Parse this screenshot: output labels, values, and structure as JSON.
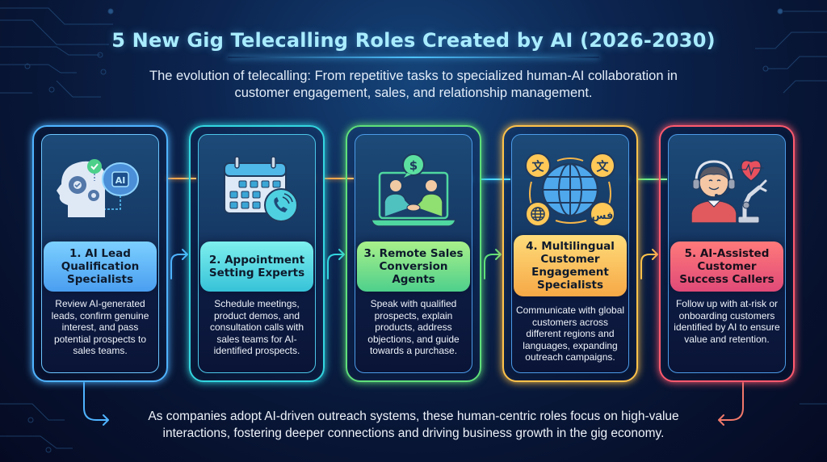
{
  "header": {
    "title": "5 New Gig Telecalling Roles Created by AI (2026-2030)",
    "subtitle": "The evolution of telecalling: From repetitive tasks to specialized human-AI collaboration in customer engagement, sales, and relationship management."
  },
  "roles": [
    {
      "number": 1,
      "title": "1. AI Lead Qualification Specialists",
      "description": "Review AI-generated leads, confirm genuine interest, and pass potential prospects to sales teams.",
      "icon": "head-gears-ai-brain-icon",
      "color": "#4fb3ff"
    },
    {
      "number": 2,
      "title": "2. Appointment Setting Experts",
      "description": "Schedule meetings, product demos, and consultation calls with sales teams for AI-identified prospects.",
      "icon": "calendar-phone-icon",
      "color": "#33d6e0"
    },
    {
      "number": 3,
      "title": "3. Remote Sales Conversion Agents",
      "description": "Speak with qualified prospects, explain products, address objections, and guide towards a purchase.",
      "icon": "laptop-handshake-dollar-icon",
      "color": "#5fe07a"
    },
    {
      "number": 4,
      "title": "4. Multilingual Customer Engagement Specialists",
      "description": "Communicate with global customers across different regions and languages, expanding outreach campaigns.",
      "icon": "globe-translation-icon",
      "color": "#ffc24a"
    },
    {
      "number": 5,
      "title": "5. AI-Assisted Customer Success Callers",
      "description": "Follow up with at-risk or onboarding customers identified by AI to ensure value and retention.",
      "icon": "agent-headset-robot-arm-heart-icon",
      "color": "#ff5a6e"
    }
  ],
  "footer": {
    "text": "As companies adopt AI-driven outreach systems, these human-centric roles focus on high-value interactions, fostering deeper connections and driving business growth in the gig economy."
  },
  "icon_glyphs": {
    "ai_label": "AI",
    "dollar": "$",
    "translate_a": "文",
    "translate_b": "文",
    "arabic": "فس"
  }
}
